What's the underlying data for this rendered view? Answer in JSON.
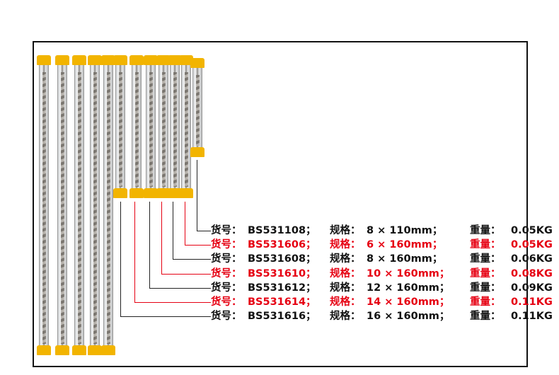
{
  "labels": {
    "item_no": "货号：",
    "spec": "规格：",
    "weight": "重量："
  },
  "colors": {
    "highlight": "#e60012",
    "normal": "#111111",
    "cap": "#f2b400"
  },
  "rows": [
    {
      "code": "BS531108；",
      "spec": "8 × 110mm；",
      "weight": "0.05KG",
      "red": false
    },
    {
      "code": "BS531606；",
      "spec": "6 × 160mm；",
      "weight": "0.05KG",
      "red": true
    },
    {
      "code": "BS531608；",
      "spec": "8 × 160mm；",
      "weight": "0.06KG",
      "red": false
    },
    {
      "code": "BS531610；",
      "spec": "10 × 160mm；",
      "weight": "0.08KG",
      "red": true
    },
    {
      "code": "BS531612；",
      "spec": "12 × 160mm；",
      "weight": "0.09KG",
      "red": false
    },
    {
      "code": "BS531614；",
      "spec": "14 × 160mm；",
      "weight": "0.11KG",
      "red": true
    },
    {
      "code": "BS531616；",
      "spec": "16 × 160mm；",
      "weight": "0.11KG",
      "red": false
    }
  ]
}
